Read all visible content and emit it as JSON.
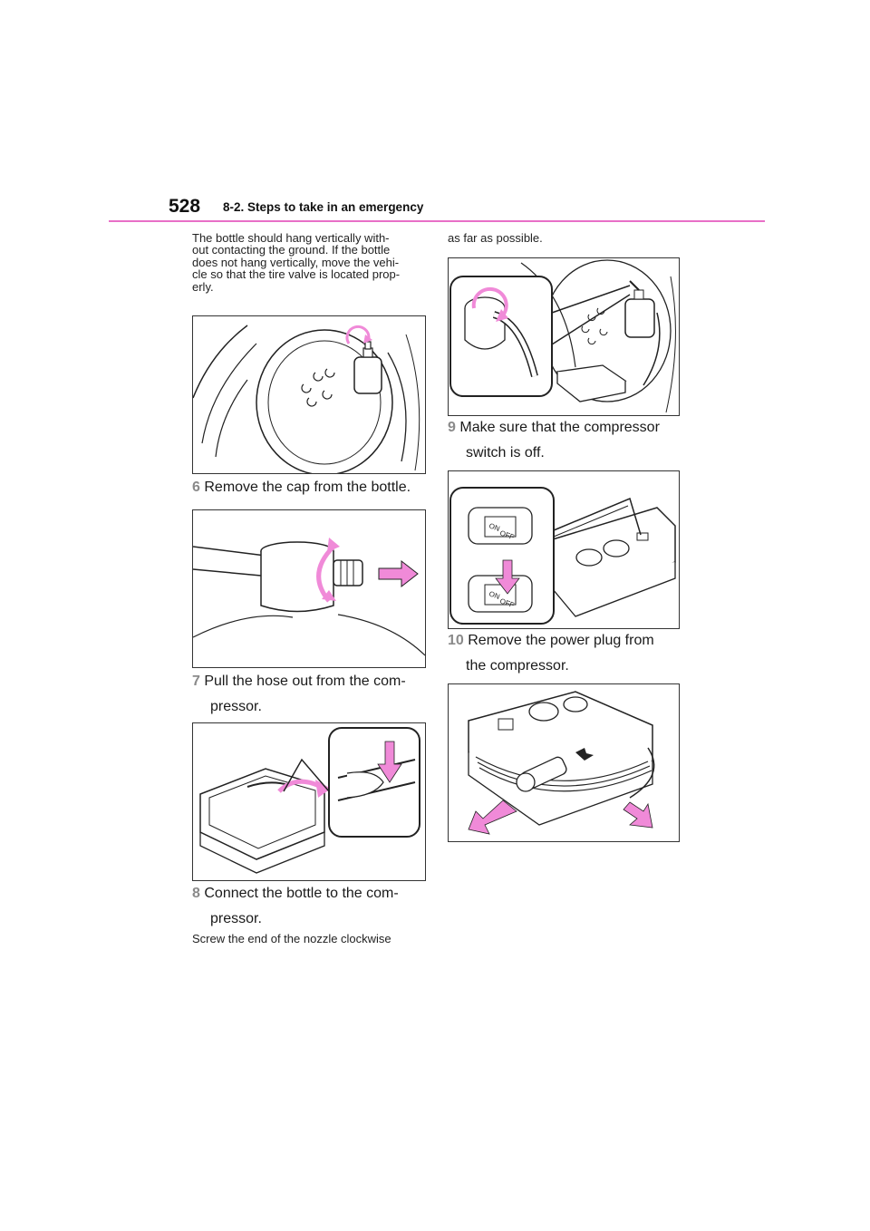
{
  "header": {
    "page_number": "528",
    "section_title": "8-2. Steps to take in an emergency"
  },
  "left_column": {
    "intro_text": "The bottle should hang vertically with-out contacting the ground. If the bottle does not hang vertically, move the vehi-cle so that the tire valve is located prop-erly.",
    "intro_lines": [
      "The bottle should hang vertically with-",
      "out contacting the ground. If the bottle",
      "does not hang vertically, move the vehi-",
      "cle so that the tire valve is located prop-",
      "erly."
    ],
    "step6": {
      "number": "6",
      "text": "Remove the cap from the bottle."
    },
    "step7": {
      "number": "7",
      "line1": "Pull the hose out from the com-",
      "line2": "pressor."
    },
    "step8": {
      "number": "8",
      "line1": "Connect the bottle to the com-",
      "line2": "pressor."
    },
    "step8_note": "Screw the end of the nozzle clockwise"
  },
  "right_column": {
    "continued_text": "as far as possible.",
    "step9": {
      "number": "9",
      "line1": "Make sure that the compressor",
      "line2": "switch is off."
    },
    "step10": {
      "number": "10",
      "line1": "Remove the power plug from",
      "line2": "the compressor."
    }
  },
  "figures": {
    "switch_labels": {
      "on": "ON",
      "off": "OFF"
    }
  },
  "colors": {
    "accent": "#e86fc7",
    "arrow_fill": "#f08ad8",
    "step_number": "#8a8a8a"
  }
}
